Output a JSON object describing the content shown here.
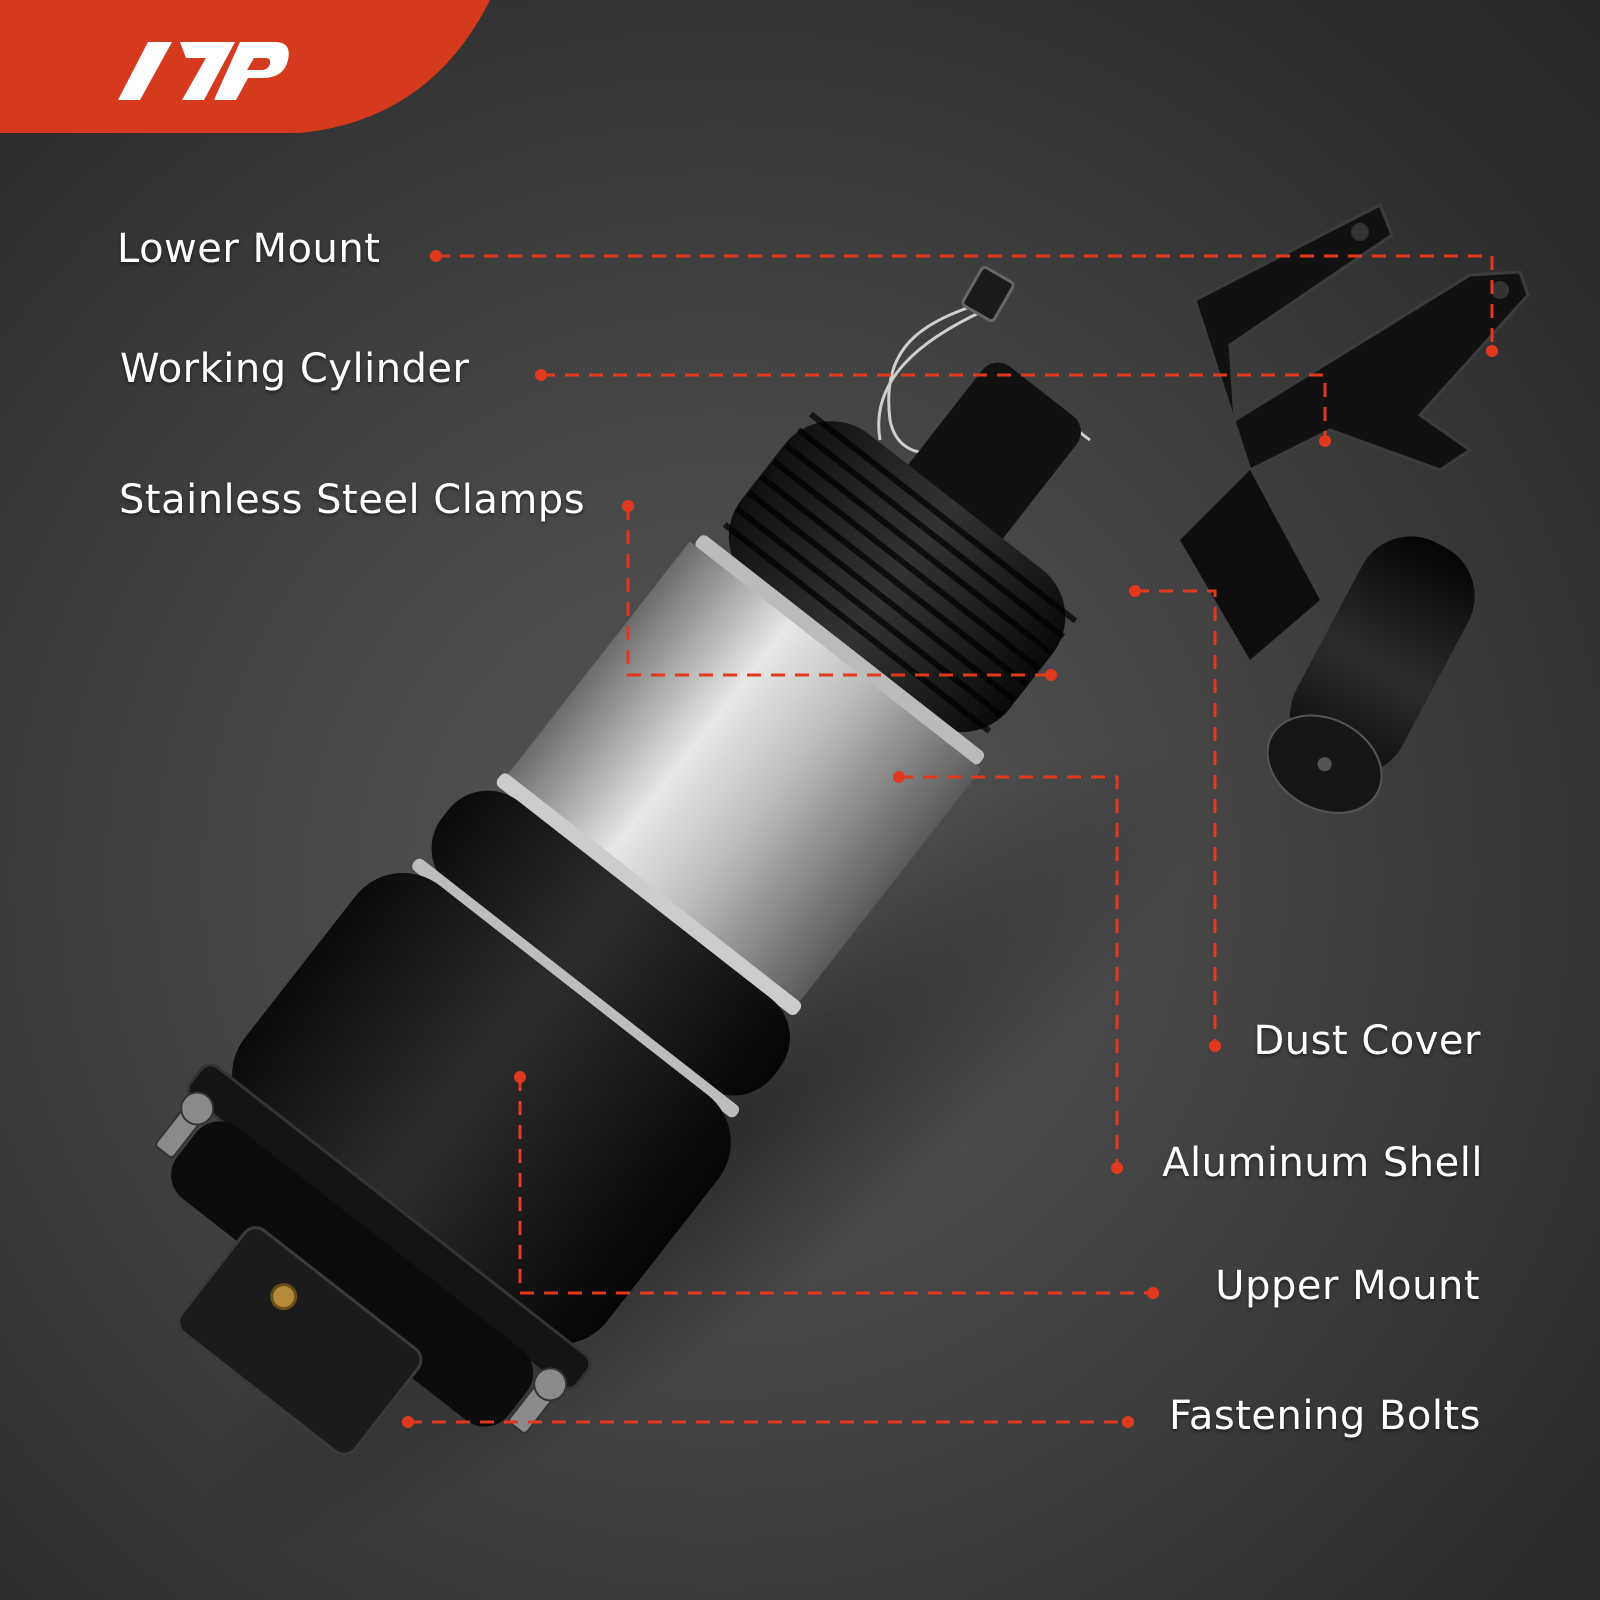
{
  "brand": {
    "logo_text": "AP",
    "badge_color": "#d63a1e"
  },
  "callouts": {
    "lower_mount": "Lower Mount",
    "working_cylinder": "Working Cylinder",
    "stainless_steel_clamps": "Stainless Steel Clamps",
    "dust_cover": "Dust Cover",
    "aluminum_shell": "Aluminum Shell",
    "upper_mount": "Upper Mount",
    "fastening_bolts": "Fastening Bolts"
  },
  "colors": {
    "leader_line": "#e0391d",
    "label_text": "#ffffff",
    "background": "#3a3a3a"
  },
  "product": {
    "type": "air-suspension-strut-photo",
    "icon": "strut-illustration"
  }
}
